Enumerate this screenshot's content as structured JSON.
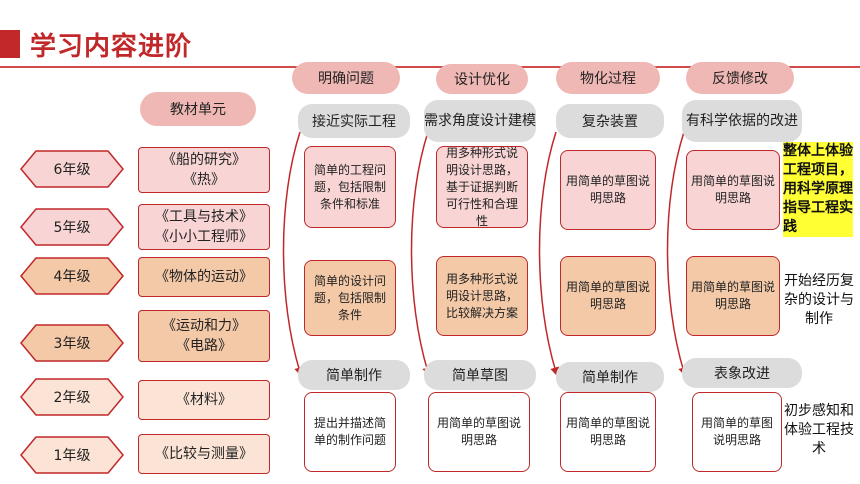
{
  "header": {
    "title": "学习内容进阶"
  },
  "stages": [
    "明确问题",
    "设计优化",
    "物化过程",
    "反馈修改"
  ],
  "textbook_header": "教材单元",
  "grades": [
    {
      "grade": "6年级",
      "books": [
        "《船的研究》",
        "《热》"
      ]
    },
    {
      "grade": "5年级",
      "books": [
        "《工具与技术》",
        "《小小工程师》"
      ]
    },
    {
      "grade": "4年级",
      "books": [
        "《物体的运动》"
      ]
    },
    {
      "grade": "3年级",
      "books": [
        "《运动和力》",
        "《电路》"
      ]
    },
    {
      "grade": "2年级",
      "books": [
        "《材料》"
      ]
    },
    {
      "grade": "1年级",
      "books": [
        "《比较与测量》"
      ]
    }
  ],
  "level_labels": {
    "top": [
      "接近实际工程",
      "需求角度设计建模",
      "复杂装置",
      "有科学依据的改进"
    ],
    "bottom": [
      "简单制作",
      "简单草图",
      "简单制作",
      "表象改进"
    ]
  },
  "cards": {
    "col1": [
      "简单的工程问题，包括限制条件和标准",
      "简单的设计问题，包括限制条件",
      "提出并描述简单的制作问题"
    ],
    "col2": [
      "用多种形式说明设计思路，基于证据判断可行性和合理性",
      "用多种形式说明设计思路，比较解决方案",
      "用简单的草图说明思路"
    ],
    "col3": [
      "用简单的草图说明思路",
      "用简单的草图说明思路",
      "用简单的草图说明思路"
    ],
    "col4": [
      "用简单的草图说明思路",
      "用简单的草图说明思路",
      "用简单的草图说明思路"
    ]
  },
  "notes": [
    "整体上体验工程项目，用科学原理指导工程实践",
    "开始经历复杂的设计与制作",
    "初步感知和体验工程技术"
  ],
  "colors": {
    "accent": "#c0282a",
    "pink": "#f0b8b4",
    "peach": "#f4c9a8",
    "highlight": "#ffff33"
  }
}
